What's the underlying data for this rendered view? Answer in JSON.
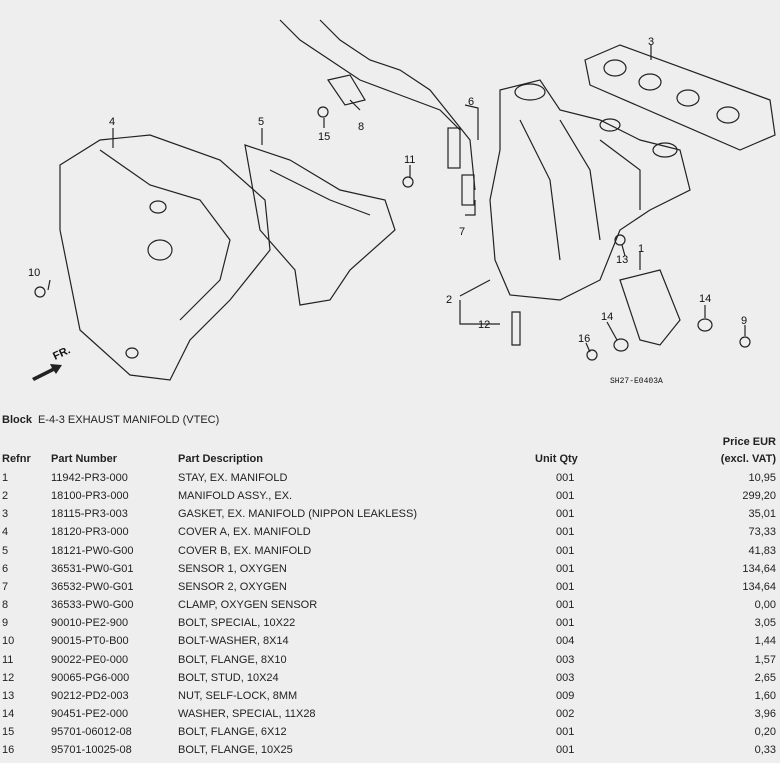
{
  "diagram": {
    "callouts": [
      "1",
      "2",
      "3",
      "4",
      "5",
      "6",
      "7",
      "8",
      "9",
      "10",
      "11",
      "12",
      "13",
      "14",
      "14",
      "15",
      "16"
    ],
    "front_label": "FR.",
    "code": "SH27-E0403A"
  },
  "block": {
    "label": "Block",
    "title": "E-4-3 EXHAUST MANIFOLD (VTEC)"
  },
  "table": {
    "headers": {
      "refnr": "Refnr",
      "part_number": "Part Number",
      "part_description": "Part Description",
      "unit_qty": "Unit Qty",
      "price_line1": "Price EUR",
      "price_line2": "(excl. VAT)"
    },
    "rows": [
      {
        "ref": "1",
        "pn": "11942-PR3-000",
        "desc": "STAY, EX. MANIFOLD",
        "qty": "001",
        "price": "10,95"
      },
      {
        "ref": "2",
        "pn": "18100-PR3-000",
        "desc": "MANIFOLD ASSY., EX.",
        "qty": "001",
        "price": "299,20"
      },
      {
        "ref": "3",
        "pn": "18115-PR3-003",
        "desc": "GASKET, EX. MANIFOLD (NIPPON LEAKLESS)",
        "qty": "001",
        "price": "35,01"
      },
      {
        "ref": "4",
        "pn": "18120-PR3-000",
        "desc": "COVER A, EX. MANIFOLD",
        "qty": "001",
        "price": "73,33"
      },
      {
        "ref": "5",
        "pn": "18121-PW0-G00",
        "desc": "COVER B, EX. MANIFOLD",
        "qty": "001",
        "price": "41,83"
      },
      {
        "ref": "6",
        "pn": "36531-PW0-G01",
        "desc": "SENSOR 1, OXYGEN",
        "qty": "001",
        "price": "134,64"
      },
      {
        "ref": "7",
        "pn": "36532-PW0-G01",
        "desc": "SENSOR 2, OXYGEN",
        "qty": "001",
        "price": "134,64"
      },
      {
        "ref": "8",
        "pn": "36533-PW0-G00",
        "desc": "CLAMP, OXYGEN SENSOR",
        "qty": "001",
        "price": "0,00"
      },
      {
        "ref": "9",
        "pn": "90010-PE2-900",
        "desc": "BOLT, SPECIAL, 10X22",
        "qty": "001",
        "price": "3,05"
      },
      {
        "ref": "10",
        "pn": "90015-PT0-B00",
        "desc": "BOLT-WASHER, 8X14",
        "qty": "004",
        "price": "1,44"
      },
      {
        "ref": "11",
        "pn": "90022-PE0-000",
        "desc": "BOLT, FLANGE, 8X10",
        "qty": "003",
        "price": "1,57"
      },
      {
        "ref": "12",
        "pn": "90065-PG6-000",
        "desc": "BOLT, STUD, 10X24",
        "qty": "003",
        "price": "2,65"
      },
      {
        "ref": "13",
        "pn": "90212-PD2-003",
        "desc": "NUT, SELF-LOCK, 8MM",
        "qty": "009",
        "price": "1,60"
      },
      {
        "ref": "14",
        "pn": "90451-PE2-000",
        "desc": "WASHER, SPECIAL, 11X28",
        "qty": "002",
        "price": "3,96"
      },
      {
        "ref": "15",
        "pn": "95701-06012-08",
        "desc": "BOLT, FLANGE, 6X12",
        "qty": "001",
        "price": "0,20"
      },
      {
        "ref": "16",
        "pn": "95701-10025-08",
        "desc": "BOLT, FLANGE, 10X25",
        "qty": "001",
        "price": "0,33"
      }
    ]
  }
}
